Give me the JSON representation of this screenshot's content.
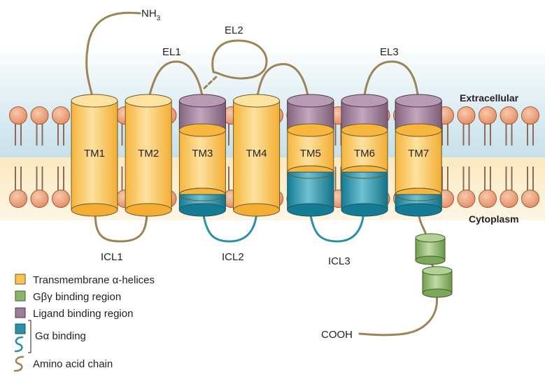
{
  "diagram": {
    "helices": [
      {
        "label": "TM1",
        "ligand": false,
        "ga": false
      },
      {
        "label": "TM2",
        "ligand": false,
        "ga": false
      },
      {
        "label": "TM3",
        "ligand": true,
        "ga": true,
        "ga_short": true
      },
      {
        "label": "TM4",
        "ligand": false,
        "ga": false
      },
      {
        "label": "TM5",
        "ligand": true,
        "ga": true,
        "ga_short": false
      },
      {
        "label": "TM6",
        "ligand": true,
        "ga": true,
        "ga_short": false
      },
      {
        "label": "TM7",
        "ligand": true,
        "ga": true,
        "ga_short": true
      }
    ],
    "loops": {
      "nh3_main": "NH",
      "nh3_sub": "3",
      "el1": "EL1",
      "el2": "EL2",
      "el3": "EL3",
      "icl1": "ICL1",
      "icl2": "ICL2",
      "icl3": "ICL3",
      "cooh": "COOH"
    },
    "regions": {
      "extracellular": "Extracellular",
      "cytoplasm": "Cytoplasm"
    }
  },
  "legend": {
    "transmembrane": "Transmembrane α-helices",
    "gby": "Gβγ binding region",
    "ligand": "Ligand binding region",
    "ga": "Gα binding",
    "amino": "Amino acid chain"
  },
  "colors": {
    "helix": "#fbc44f",
    "helix_light": "#fde6a6",
    "ligand": "#9c7c97",
    "ga": "#2b8fa5",
    "gby": "#8cb46a",
    "chain": "#9c8454",
    "ga_loop": "#2b8fa5",
    "lipid_head": "#e99e77",
    "extracellular_bg": "#cfe5ec"
  }
}
